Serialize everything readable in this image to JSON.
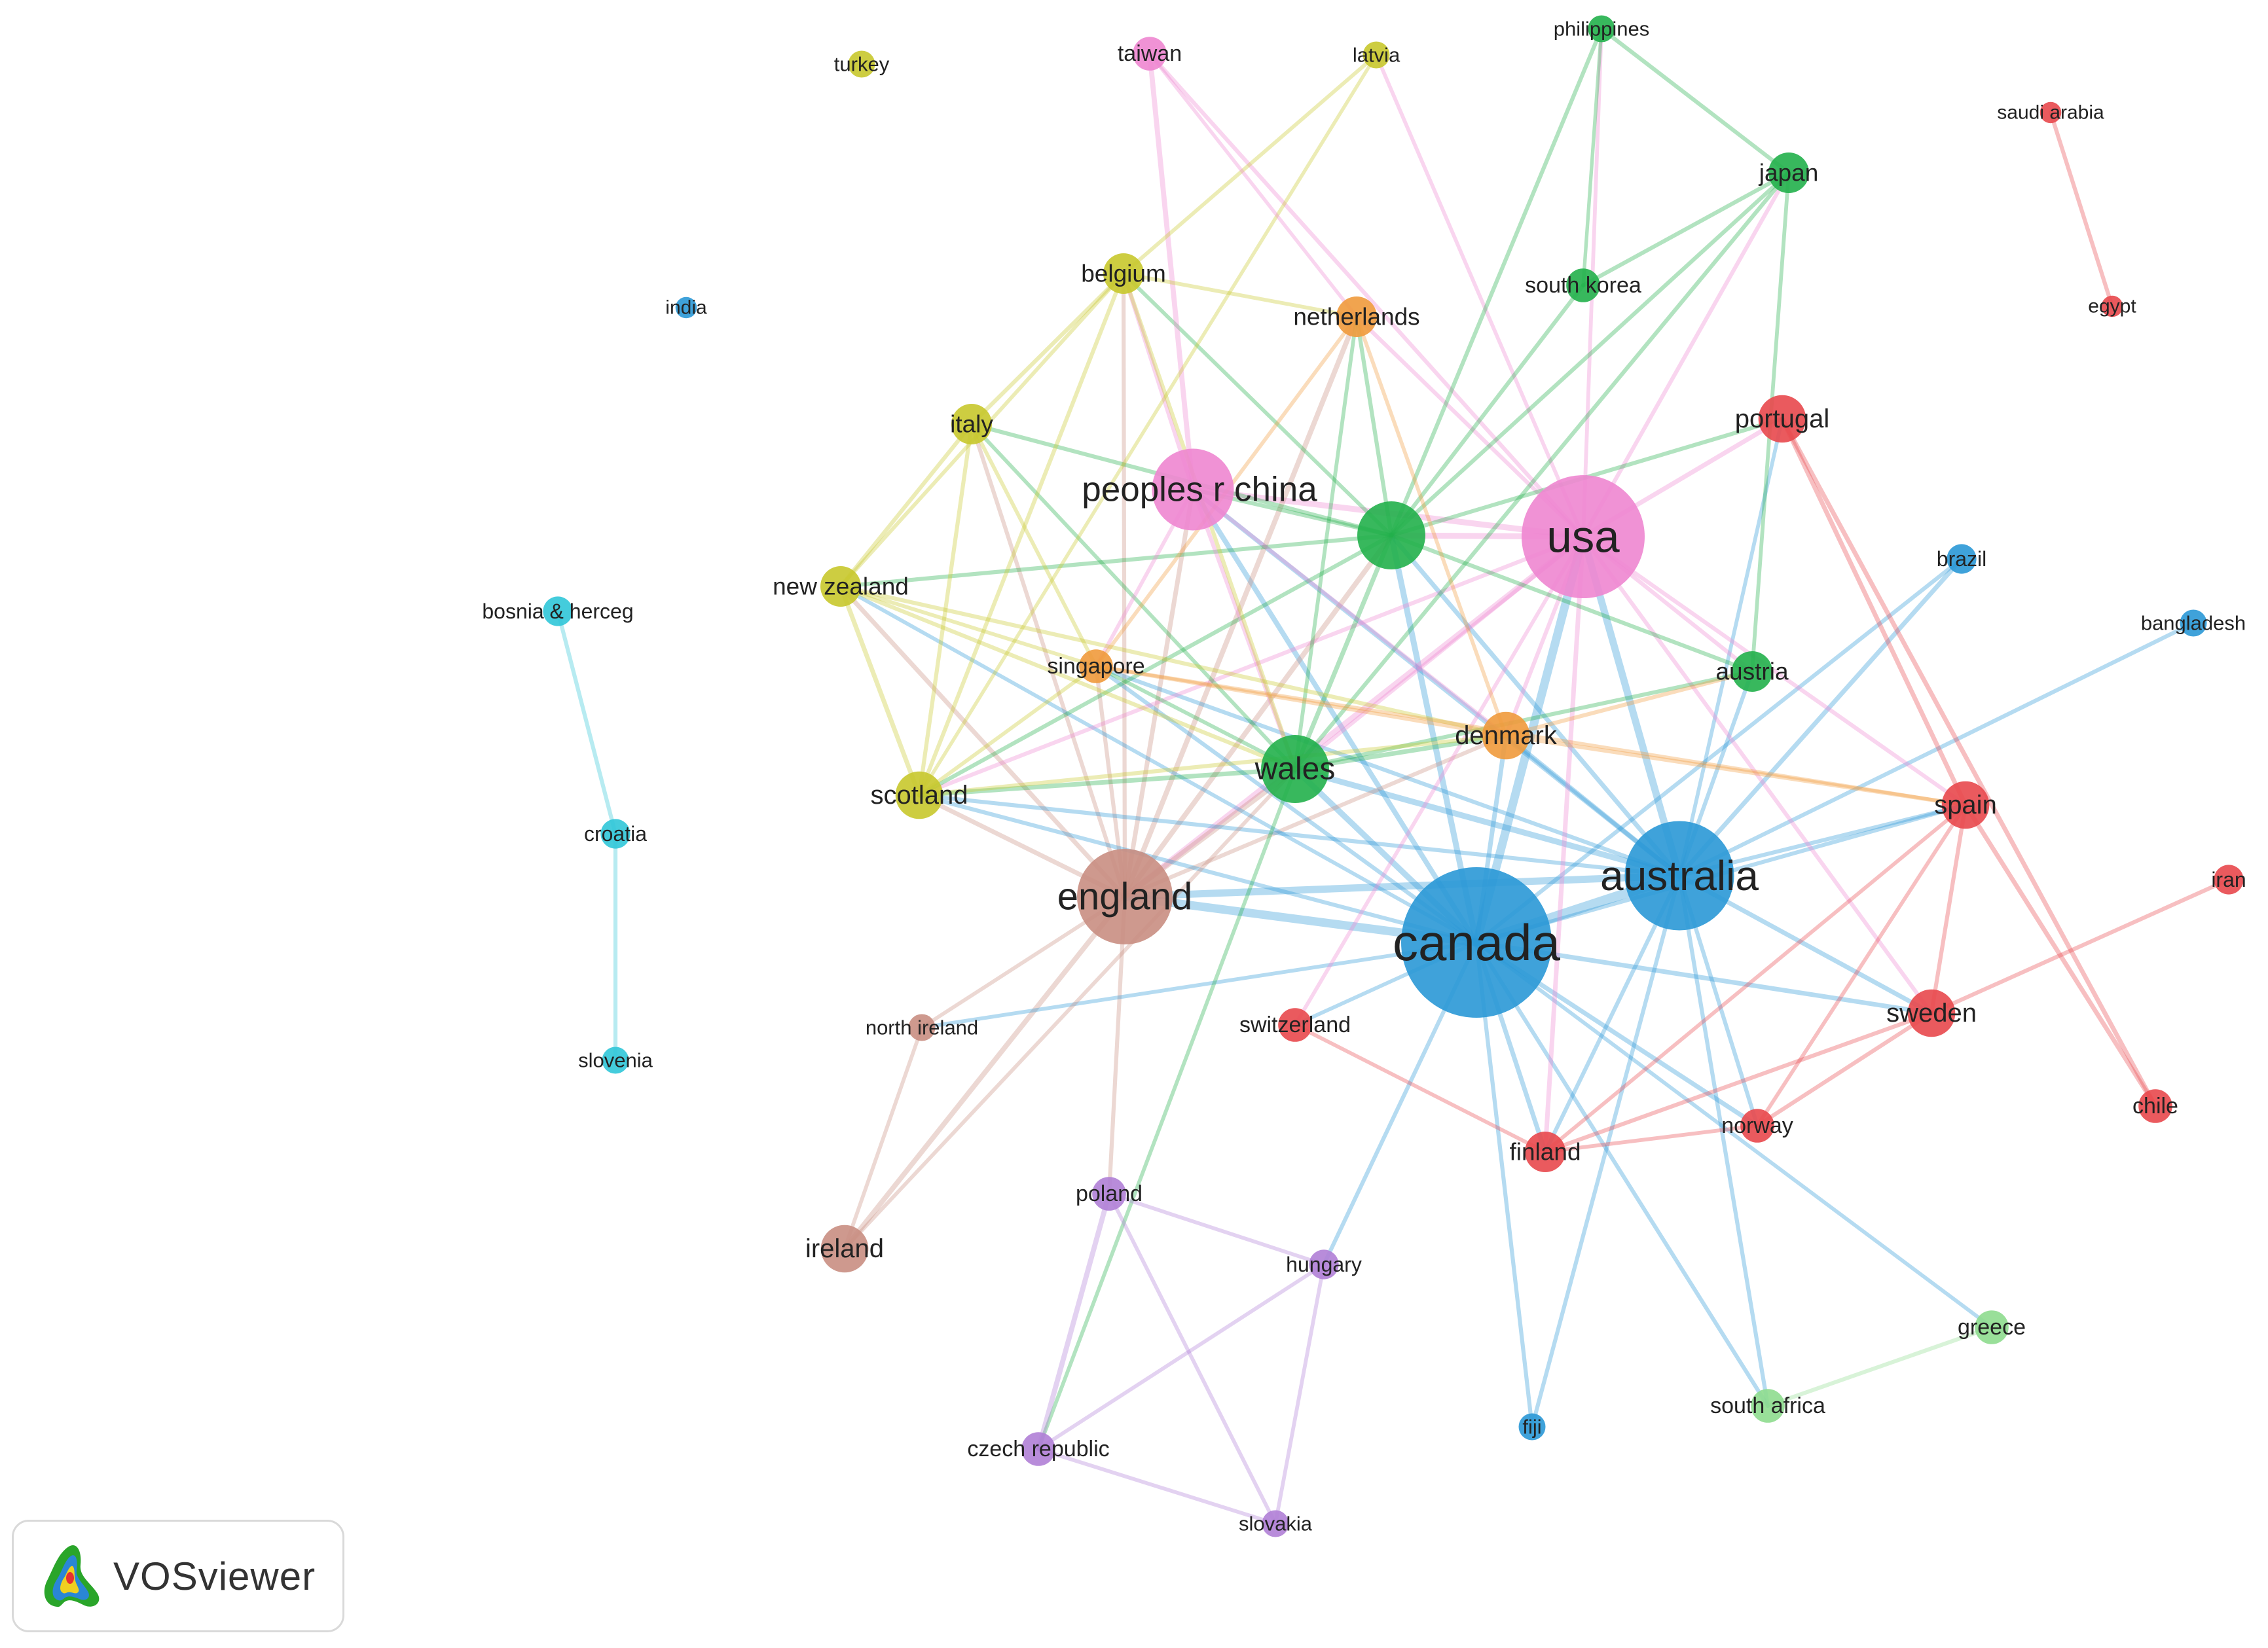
{
  "app": {
    "brand_label": "VOSviewer",
    "brand_logo_icon": "vosviewer-logo-icon"
  },
  "cluster_colors": {
    "red": "#e8484d",
    "green": "#22b04b",
    "blue": "#2a98d6",
    "olive": "#c8c82c",
    "purple": "#b07fd6",
    "cyan": "#30c7d8",
    "orange": "#f09a3c",
    "brown": "#c98e82",
    "pink": "#ee86d0",
    "lightgreen": "#8edc8e"
  },
  "network": {
    "nodes": [
      {
        "id": "canada",
        "label": "canada",
        "cluster": "blue",
        "weight": 10
      },
      {
        "id": "australia",
        "label": "australia",
        "cluster": "blue",
        "weight": 7
      },
      {
        "id": "usa",
        "label": "usa",
        "cluster": "pink",
        "weight": 8
      },
      {
        "id": "england",
        "label": "england",
        "cluster": "brown",
        "weight": 6
      },
      {
        "id": "china",
        "label": "peoples r china",
        "cluster": "pink",
        "weight": 5
      },
      {
        "id": "wales",
        "label": "wales",
        "cluster": "green",
        "weight": 4
      },
      {
        "id": "green_hub",
        "label": "",
        "cluster": "green",
        "weight": 4
      },
      {
        "id": "denmark",
        "label": "denmark",
        "cluster": "orange",
        "weight": 2.5
      },
      {
        "id": "scotland",
        "label": "scotland",
        "cluster": "olive",
        "weight": 2.5
      },
      {
        "id": "spain",
        "label": "spain",
        "cluster": "red",
        "weight": 2.5
      },
      {
        "id": "sweden",
        "label": "sweden",
        "cluster": "red",
        "weight": 2.5
      },
      {
        "id": "portugal",
        "label": "portugal",
        "cluster": "red",
        "weight": 2.5
      },
      {
        "id": "ireland",
        "label": "ireland",
        "cluster": "brown",
        "weight": 2.5
      },
      {
        "id": "italy",
        "label": "italy",
        "cluster": "olive",
        "weight": 2
      },
      {
        "id": "belgium",
        "label": "belgium",
        "cluster": "olive",
        "weight": 2
      },
      {
        "id": "netherlands",
        "label": "netherlands",
        "cluster": "orange",
        "weight": 2
      },
      {
        "id": "new_zealand",
        "label": "new zealand",
        "cluster": "olive",
        "weight": 2
      },
      {
        "id": "singapore",
        "label": "singapore",
        "cluster": "orange",
        "weight": 1.5
      },
      {
        "id": "austria",
        "label": "austria",
        "cluster": "green",
        "weight": 2
      },
      {
        "id": "japan",
        "label": "japan",
        "cluster": "green",
        "weight": 2
      },
      {
        "id": "south_korea",
        "label": "south korea",
        "cluster": "green",
        "weight": 1.5
      },
      {
        "id": "philippines",
        "label": "philippines",
        "cluster": "green",
        "weight": 1
      },
      {
        "id": "taiwan",
        "label": "taiwan",
        "cluster": "pink",
        "weight": 1.5
      },
      {
        "id": "latvia",
        "label": "latvia",
        "cluster": "olive",
        "weight": 1
      },
      {
        "id": "turkey",
        "label": "turkey",
        "cluster": "olive",
        "weight": 1
      },
      {
        "id": "india",
        "label": "india",
        "cluster": "blue",
        "weight": 0.6
      },
      {
        "id": "saudi_arabia",
        "label": "saudi arabia",
        "cluster": "red",
        "weight": 0.6
      },
      {
        "id": "egypt",
        "label": "egypt",
        "cluster": "red",
        "weight": 0.6
      },
      {
        "id": "brazil",
        "label": "brazil",
        "cluster": "blue",
        "weight": 1.2
      },
      {
        "id": "bangladesh",
        "label": "bangladesh",
        "cluster": "blue",
        "weight": 1
      },
      {
        "id": "iran",
        "label": "iran",
        "cluster": "red",
        "weight": 1.2
      },
      {
        "id": "chile",
        "label": "chile",
        "cluster": "red",
        "weight": 1.5
      },
      {
        "id": "norway",
        "label": "norway",
        "cluster": "red",
        "weight": 1.5
      },
      {
        "id": "finland",
        "label": "finland",
        "cluster": "red",
        "weight": 2
      },
      {
        "id": "switzerland",
        "label": "switzerland",
        "cluster": "red",
        "weight": 1.5
      },
      {
        "id": "north_ireland",
        "label": "north ireland",
        "cluster": "brown",
        "weight": 1
      },
      {
        "id": "poland",
        "label": "poland",
        "cluster": "purple",
        "weight": 1.5
      },
      {
        "id": "hungary",
        "label": "hungary",
        "cluster": "purple",
        "weight": 1.2
      },
      {
        "id": "czech_republic",
        "label": "czech republic",
        "cluster": "purple",
        "weight": 1.5
      },
      {
        "id": "slovakia",
        "label": "slovakia",
        "cluster": "purple",
        "weight": 1
      },
      {
        "id": "greece",
        "label": "greece",
        "cluster": "lightgreen",
        "weight": 1.5
      },
      {
        "id": "south_africa",
        "label": "south africa",
        "cluster": "lightgreen",
        "weight": 1.5
      },
      {
        "id": "fiji",
        "label": "fiji",
        "cluster": "blue",
        "weight": 1
      },
      {
        "id": "bosnia",
        "label": "bosnia & herceg",
        "cluster": "cyan",
        "weight": 1.2
      },
      {
        "id": "croatia",
        "label": "croatia",
        "cluster": "cyan",
        "weight": 1.2
      },
      {
        "id": "slovenia",
        "label": "slovenia",
        "cluster": "cyan",
        "weight": 1
      }
    ],
    "links": [
      [
        "canada",
        "australia",
        3
      ],
      [
        "canada",
        "usa",
        2.5
      ],
      [
        "canada",
        "england",
        2.5
      ],
      [
        "australia",
        "england",
        2
      ],
      [
        "australia",
        "usa",
        2
      ],
      [
        "canada",
        "green_hub",
        1.5
      ],
      [
        "canada",
        "wales",
        1.5
      ],
      [
        "canada",
        "china",
        1.2
      ],
      [
        "usa",
        "china",
        1.5
      ],
      [
        "usa",
        "england",
        1.5
      ],
      [
        "usa",
        "green_hub",
        1.5
      ],
      [
        "australia",
        "wales",
        1.5
      ],
      [
        "australia",
        "green_hub",
        1
      ],
      [
        "australia",
        "china",
        1
      ],
      [
        "australia",
        "denmark",
        1
      ],
      [
        "england",
        "wales",
        1.5
      ],
      [
        "england",
        "china",
        1
      ],
      [
        "england",
        "green_hub",
        1.2
      ],
      [
        "england",
        "ireland",
        1.2
      ],
      [
        "england",
        "scotland",
        1
      ],
      [
        "england",
        "new_zealand",
        1
      ],
      [
        "england",
        "italy",
        0.8
      ],
      [
        "england",
        "netherlands",
        1.2
      ],
      [
        "england",
        "singapore",
        0.8
      ],
      [
        "england",
        "north_ireland",
        0.7
      ],
      [
        "england",
        "poland",
        0.8
      ],
      [
        "england",
        "denmark",
        0.8
      ],
      [
        "england",
        "belgium",
        0.8
      ],
      [
        "canada",
        "sweden",
        1
      ],
      [
        "canada",
        "finland",
        1
      ],
      [
        "canada",
        "norway",
        1
      ],
      [
        "canada",
        "fiji",
        0.8
      ],
      [
        "canada",
        "south_africa",
        0.8
      ],
      [
        "canada",
        "greece",
        0.7
      ],
      [
        "canada",
        "hungary",
        0.8
      ],
      [
        "canada",
        "denmark",
        1
      ],
      [
        "canada",
        "singapore",
        0.8
      ],
      [
        "canada",
        "scotland",
        0.8
      ],
      [
        "canada",
        "switzerland",
        0.7
      ],
      [
        "canada",
        "spain",
        0.8
      ],
      [
        "canada",
        "north_ireland",
        0.7
      ],
      [
        "canada",
        "new_zealand",
        0.7
      ],
      [
        "canada",
        "brazil",
        0.8
      ],
      [
        "australia",
        "brazil",
        1
      ],
      [
        "australia",
        "bangladesh",
        0.8
      ],
      [
        "australia",
        "sweden",
        1
      ],
      [
        "australia",
        "spain",
        0.8
      ],
      [
        "australia",
        "norway",
        0.8
      ],
      [
        "australia",
        "fiji",
        0.8
      ],
      [
        "australia",
        "south_africa",
        0.8
      ],
      [
        "australia",
        "austria",
        0.8
      ],
      [
        "australia",
        "scotland",
        0.8
      ],
      [
        "australia",
        "singapore",
        0.8
      ],
      [
        "australia",
        "finland",
        0.8
      ],
      [
        "australia",
        "portugal",
        0.7
      ],
      [
        "usa",
        "finland",
        1
      ],
      [
        "usa",
        "switzerland",
        0.7
      ],
      [
        "usa",
        "austria",
        0.8
      ],
      [
        "usa",
        "portugal",
        1
      ],
      [
        "usa",
        "japan",
        0.8
      ],
      [
        "usa",
        "taiwan",
        0.8
      ],
      [
        "usa",
        "latvia",
        0.7
      ],
      [
        "usa",
        "netherlands",
        0.8
      ],
      [
        "usa",
        "philippines",
        0.7
      ],
      [
        "usa",
        "denmark",
        0.8
      ],
      [
        "usa",
        "spain",
        0.8
      ],
      [
        "usa",
        "sweden",
        0.8
      ],
      [
        "usa",
        "wales",
        0.8
      ],
      [
        "usa",
        "scotland",
        0.8
      ],
      [
        "green_hub",
        "japan",
        0.8
      ],
      [
        "green_hub",
        "philippines",
        0.8
      ],
      [
        "green_hub",
        "south_korea",
        0.8
      ],
      [
        "green_hub",
        "austria",
        0.8
      ],
      [
        "green_hub",
        "wales",
        1
      ],
      [
        "green_hub",
        "portugal",
        0.8
      ],
      [
        "green_hub",
        "italy",
        0.8
      ],
      [
        "green_hub",
        "new_zealand",
        0.8
      ],
      [
        "green_hub",
        "scotland",
        0.8
      ],
      [
        "green_hub",
        "belgium",
        0.7
      ],
      [
        "green_hub",
        "netherlands",
        0.8
      ],
      [
        "green_hub",
        "china",
        0.8
      ],
      [
        "wales",
        "italy",
        0.7
      ],
      [
        "wales",
        "scotland",
        1
      ],
      [
        "wales",
        "denmark",
        1
      ],
      [
        "wales",
        "japan",
        0.8
      ],
      [
        "wales",
        "singapore",
        0.7
      ],
      [
        "wales",
        "austria",
        0.8
      ],
      [
        "wales",
        "czech_republic",
        0.7
      ],
      [
        "wales",
        "netherlands",
        0.7
      ],
      [
        "china",
        "taiwan",
        1.2
      ],
      [
        "china",
        "belgium",
        0.8
      ],
      [
        "china",
        "singapore",
        0.7
      ],
      [
        "china",
        "wales",
        0.8
      ],
      [
        "china",
        "denmark",
        0.7
      ],
      [
        "belgium",
        "italy",
        0.8
      ],
      [
        "belgium",
        "scotland",
        0.8
      ],
      [
        "belgium",
        "netherlands",
        0.7
      ],
      [
        "belgium",
        "latvia",
        0.7
      ],
      [
        "belgium",
        "new_zealand",
        0.7
      ],
      [
        "belgium",
        "wales",
        0.8
      ],
      [
        "italy",
        "new_zealand",
        0.8
      ],
      [
        "italy",
        "scotland",
        0.8
      ],
      [
        "italy",
        "singapore",
        0.7
      ],
      [
        "new_zealand",
        "scotland",
        1
      ],
      [
        "new_zealand",
        "singapore",
        0.7
      ],
      [
        "new_zealand",
        "denmark",
        0.8
      ],
      [
        "new_zealand",
        "wales",
        0.8
      ],
      [
        "scotland",
        "denmark",
        0.8
      ],
      [
        "scotland",
        "latvia",
        0.6
      ],
      [
        "scotland",
        "singapore",
        0.7
      ],
      [
        "denmark",
        "spain",
        0.8
      ],
      [
        "denmark",
        "austria",
        0.8
      ],
      [
        "netherlands",
        "denmark",
        0.7
      ],
      [
        "netherlands",
        "singapore",
        0.7
      ],
      [
        "singapore",
        "denmark",
        0.7
      ],
      [
        "singapore",
        "spain",
        0.6
      ],
      [
        "portugal",
        "spain",
        1
      ],
      [
        "portugal",
        "chile",
        1
      ],
      [
        "spain",
        "sweden",
        0.8
      ],
      [
        "spain",
        "chile",
        1
      ],
      [
        "spain",
        "finland",
        0.7
      ],
      [
        "spain",
        "norway",
        0.7
      ],
      [
        "sweden",
        "iran",
        0.8
      ],
      [
        "sweden",
        "finland",
        0.8
      ],
      [
        "sweden",
        "norway",
        0.8
      ],
      [
        "finland",
        "switzerland",
        0.7
      ],
      [
        "finland",
        "norway",
        0.7
      ],
      [
        "japan",
        "philippines",
        0.8
      ],
      [
        "japan",
        "south_korea",
        0.8
      ],
      [
        "japan",
        "austria",
        0.7
      ],
      [
        "philippines",
        "south_korea",
        0.6
      ],
      [
        "ireland",
        "north_ireland",
        0.7
      ],
      [
        "ireland",
        "wales",
        0.7
      ],
      [
        "poland",
        "czech_republic",
        1.2
      ],
      [
        "poland",
        "hungary",
        0.7
      ],
      [
        "poland",
        "slovakia",
        0.7
      ],
      [
        "czech_republic",
        "hungary",
        0.7
      ],
      [
        "hungary",
        "slovakia",
        0.7
      ],
      [
        "czech_republic",
        "slovakia",
        0.7
      ],
      [
        "greece",
        "south_africa",
        0.8
      ],
      [
        "bosnia",
        "croatia",
        0.8
      ],
      [
        "croatia",
        "slovenia",
        0.8
      ],
      [
        "saudi_arabia",
        "egypt",
        0.8
      ],
      [
        "taiwan",
        "netherlands",
        0.6
      ]
    ]
  }
}
